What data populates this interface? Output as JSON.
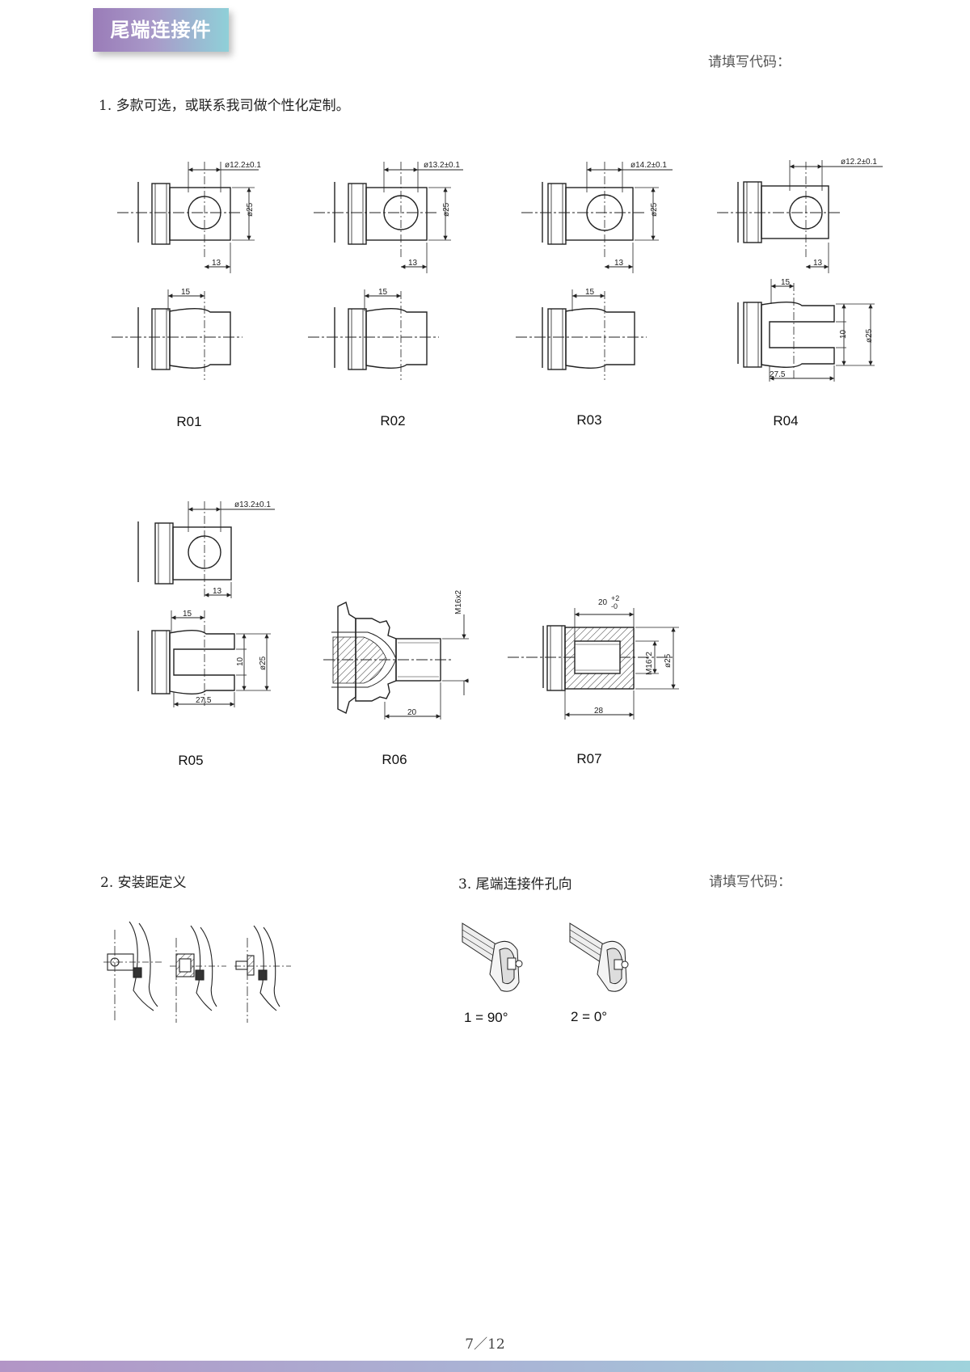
{
  "header": {
    "title": "尾端连接件"
  },
  "code_label_top": "请填写代码：",
  "section1": {
    "text": "1.   多款可选，或联系我司做个性化定制。"
  },
  "parts": [
    {
      "code": "R01",
      "hole_dim": "ø12.2±0.1",
      "dia_dim": "ø25",
      "dist_dim": "13",
      "side_dim": "15"
    },
    {
      "code": "R02",
      "hole_dim": "ø13.2±0.1",
      "dia_dim": "ø25",
      "dist_dim": "13",
      "side_dim": "15"
    },
    {
      "code": "R03",
      "hole_dim": "ø14.2±0.1",
      "dia_dim": "ø25",
      "dist_dim": "13",
      "side_dim": "15"
    },
    {
      "code": "R04",
      "hole_dim": "ø12.2±0.1",
      "dist_dim": "13",
      "side_dim": "15",
      "slot_dim": "10",
      "dia_dim": "ø25",
      "len_dim": "27.5"
    },
    {
      "code": "R05",
      "hole_dim": "ø13.2±0.1",
      "dist_dim": "13",
      "side_dim": "15",
      "slot_dim": "10",
      "dia_dim": "ø25",
      "len_dim": "27.5"
    },
    {
      "code": "R06",
      "thread_dim": "M16x2",
      "len_dim": "20"
    },
    {
      "code": "R07",
      "depth_dim": "20",
      "tol_plus": "+2",
      "tol_minus": "-0",
      "thread_dim": "M16*2",
      "dia_dim": "ø25",
      "len_dim": "28"
    }
  ],
  "section2": {
    "text": "2.   安装距定义"
  },
  "section3": {
    "text": "3.   尾端连接件孔向"
  },
  "code_label_bottom": "请填写代码：",
  "orientations": [
    {
      "label": "1 = 90°"
    },
    {
      "label": "2 = 0°"
    }
  ],
  "page": {
    "number": "7／12"
  }
}
